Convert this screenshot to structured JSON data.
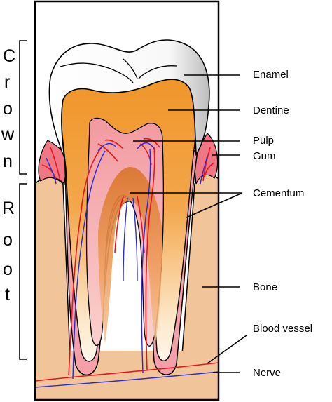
{
  "side_labels": {
    "crown_letters": [
      "C",
      "r",
      "o",
      "w",
      "n"
    ],
    "root_letters": [
      "R",
      "o",
      "o",
      "t"
    ]
  },
  "labels": {
    "enamel": "Enamel",
    "dentine": "Dentine",
    "pulp": "Pulp",
    "gum": "Gum",
    "cementum": "Cementum",
    "bone": "Bone",
    "blood_vessel": "Blood vessel",
    "nerve": "Nerve"
  },
  "colors": {
    "enamel": "#ffffff",
    "dentine": "#f0962a",
    "pulp": "#f4a0a8",
    "gum": "#f07884",
    "bone": "#f2c49a",
    "blood_vessel": "#e8141e",
    "nerve": "#2b2bd6",
    "outline": "#000000"
  }
}
